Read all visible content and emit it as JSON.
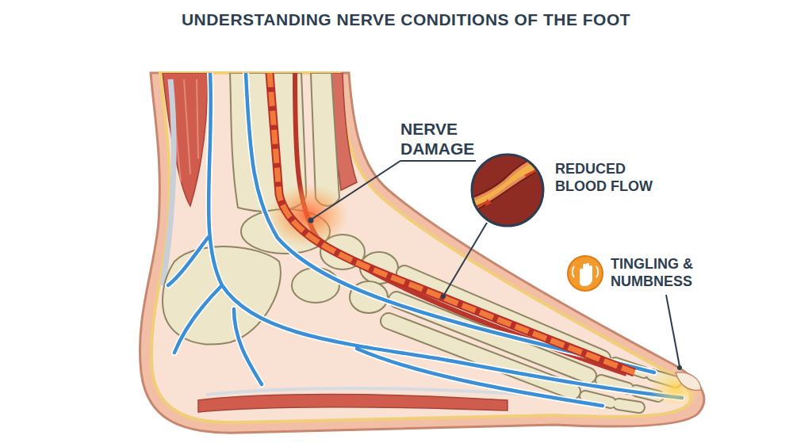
{
  "diagram": {
    "title": "UNDERSTANDING NERVE CONDITIONS OF THE FOOT",
    "labels": [
      "NERVE DAMAGE",
      "REDUCED BLOOD FLOW",
      "TINGLING & NUMBNESS"
    ]
  }
}
